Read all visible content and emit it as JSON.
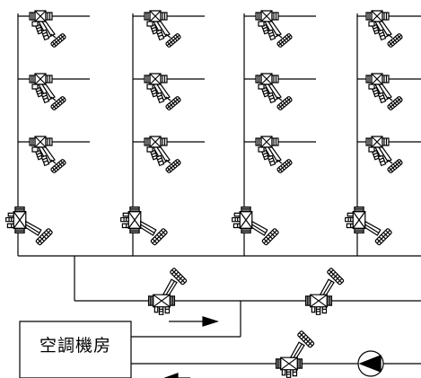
{
  "diagram": {
    "machine_room_label": "空調機房",
    "line_color": "#000000",
    "background_color": "#ffffff",
    "risers": 4,
    "terminal_valves_per_riser": 3,
    "riser_balancing_valves": 4,
    "main_balancing_valves": 3,
    "pump_symbols": 1,
    "flow_arrows": [
      "supply-right",
      "return-left"
    ]
  }
}
